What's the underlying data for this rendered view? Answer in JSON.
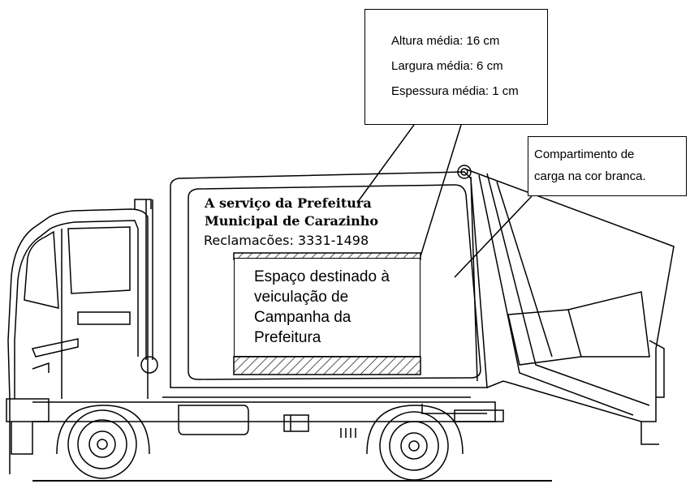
{
  "dimensions_callout": {
    "height": "Altura média: 16 cm",
    "width": "Largura média: 6 cm",
    "thickness": "Espessura média: 1 cm"
  },
  "cargo_callout": {
    "line1": "Compartimento de",
    "line2": "carga na cor branca."
  },
  "truck_body_text": {
    "line1": "A serviço da Prefeitura",
    "line2": "Municipal de Carazinho",
    "complaints": "Reclamacões: 3331-1498"
  },
  "campaign_box": {
    "line1": "Espaço destinado à",
    "line2": "veiculação de",
    "line3": "Campanha da",
    "line4": "Prefeitura"
  },
  "colors": {
    "stroke": "#000000",
    "background": "#ffffff",
    "hatch": "#555555"
  }
}
